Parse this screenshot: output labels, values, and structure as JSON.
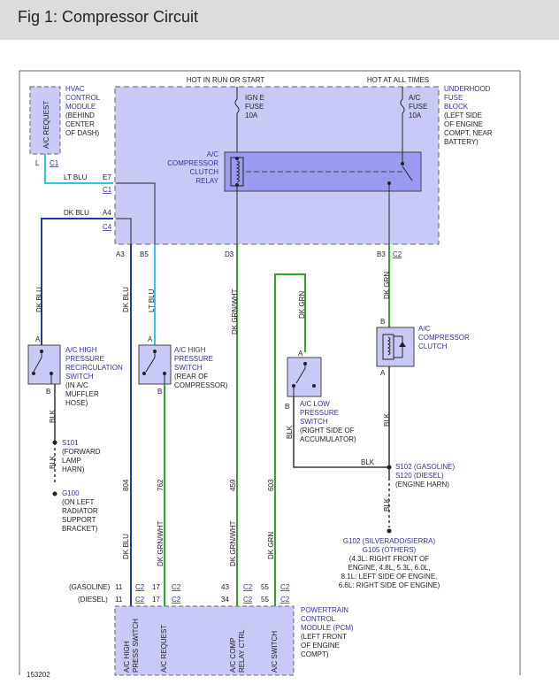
{
  "header": {
    "title": "Fig 1: Compressor Circuit"
  },
  "diagram_id": "153202",
  "top_labels": {
    "hot_run": "HOT IN RUN OR START",
    "hot_all": "HOT AT ALL TIMES"
  },
  "underhood_fuse_block": [
    "UNDERHOOD",
    "FUSE",
    "BLOCK",
    "(LEFT SIDE",
    "OF ENGINE",
    "COMPT, NEAR",
    "BATTERY)"
  ],
  "ign_fuse": [
    "IGN E",
    "FUSE",
    "10A"
  ],
  "ac_fuse": [
    "A/C",
    "FUSE",
    "10A"
  ],
  "relay_label": [
    "A/C",
    "COMPRESSOR",
    "CLUTCH",
    "RELAY"
  ],
  "hvac_module": [
    "HVAC",
    "CONTROL",
    "MODULE",
    "(BEHIND",
    "CENTER",
    "OF DASH)"
  ],
  "ac_request_vertical": "A/C REQUEST",
  "hvac_pin_letter": "L",
  "connectors": {
    "c1": "C1",
    "c2": "C2",
    "c4": "C4",
    "e7": "E7",
    "a4": "A4",
    "a3": "A3",
    "b5": "B5",
    "d3": "D3",
    "b3": "B3",
    "pin_a": "A",
    "pin_b": "B"
  },
  "wires": {
    "lt_blu": "LT BLU",
    "dk_blu": "DK BLU",
    "dk_grn": "DK GRN",
    "dk_grn_wht": "DK GRN/WHT",
    "blk": "BLK",
    "n804": "804",
    "n762": "762",
    "n459": "459",
    "n603": "603"
  },
  "switch_recirc": [
    "A/C HIGH",
    "PRESSURE",
    "RECIRCULATION",
    "SWITCH",
    "(IN A/C",
    "MUFFLER",
    "HOSE)"
  ],
  "switch_rear": [
    "A/C HIGH",
    "PRESSURE",
    "SWITCH",
    "(REAR OF",
    "COMPRESSOR)"
  ],
  "switch_low": [
    "A/C LOW",
    "PRESSURE",
    "SWITCH",
    "(RIGHT SIDE OF",
    "ACCUMULATOR)"
  ],
  "clutch": [
    "A/C",
    "COMPRESSOR",
    "CLUTCH"
  ],
  "s101": [
    "S101",
    "(FORWARD",
    "LAMP",
    "HARN)"
  ],
  "g100": [
    "G100",
    "(ON LEFT",
    "RADIATOR",
    "SUPPORT",
    "BRACKET)"
  ],
  "s102": [
    "S102 (GASOLINE)",
    "S120 (DIESEL)",
    "(ENGINE HARN)"
  ],
  "g102": [
    "G102 (SILVERADO/SIERRA)",
    "G105 (OTHERS)",
    "(4.3L: RIGHT FRONT OF",
    "ENGINE, 4.8L, 5.3L, 6.0L,",
    "8.1L: LEFT SIDE OF ENGINE,",
    "6.6L: RIGHT SIDE OF ENGINE)"
  ],
  "pcm_rows": {
    "gasoline": "(GASOLINE)",
    "diesel": "(DIESEL)",
    "g_pins": [
      "11",
      "17",
      "43",
      "55"
    ],
    "d_pins": [
      "11",
      "17",
      "34",
      "55"
    ]
  },
  "pcm_inputs": {
    "press1": "A/C HIGH",
    "press2": "PRESS SWITCH",
    "request": "A/C REQUEST",
    "comp1": "A/C COMP",
    "comp2": "RELAY CTRL",
    "switch": "A/C SWITCH"
  },
  "pcm": [
    "POWERTRAIN",
    "CONTROL",
    "MODULE (PCM)",
    "(LEFT FRONT",
    "OF ENGINE",
    "COMPT)"
  ],
  "colors": {
    "module_fill": "#c9c9f8",
    "relay_fill": "#9a9af0",
    "label_blue": "#333399",
    "wire_lt_blu": "#29c7e8",
    "wire_dk_blu": "#1f3c9a",
    "wire_grn": "#2fa52f",
    "wire_blk": "#333333",
    "header_bg": "#dcdcdc"
  }
}
